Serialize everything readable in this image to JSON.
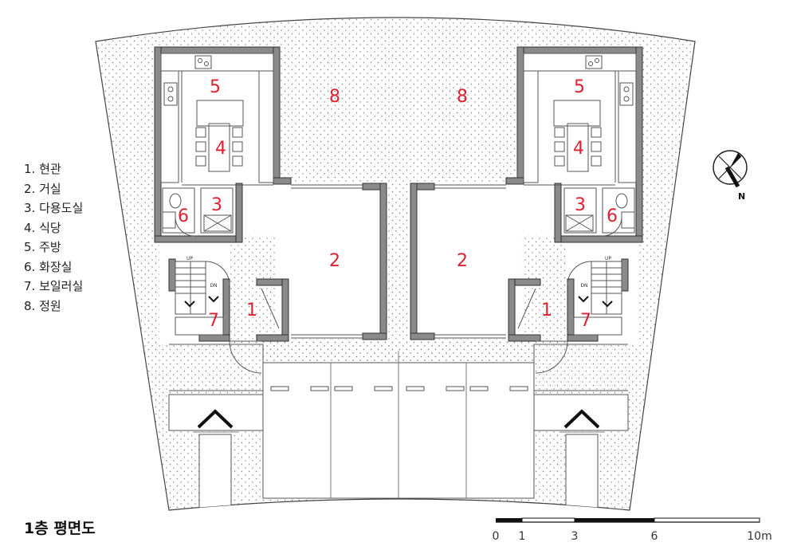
{
  "title": "1층 평면도",
  "legend": [
    "1. 현관",
    "2. 거실",
    "3. 다용도실",
    "4. 식당",
    "5. 주방",
    "6. 화장실",
    "7. 보일러실",
    "8. 정원"
  ],
  "room_numbers": {
    "garden": "8",
    "living": "2",
    "kitchen": "5",
    "dining": "4",
    "utility": "3",
    "bathroom": "6",
    "entrance": "1",
    "boiler": "7"
  },
  "stair_labels": {
    "up": "UP",
    "down": "DN"
  },
  "north_label": "N",
  "scale_bar": {
    "labels": [
      "0",
      "1",
      "3",
      "6",
      "10m"
    ]
  },
  "colors": {
    "room_number": "#e02030",
    "wall": "#7a7a7a",
    "outline": "#444444"
  }
}
